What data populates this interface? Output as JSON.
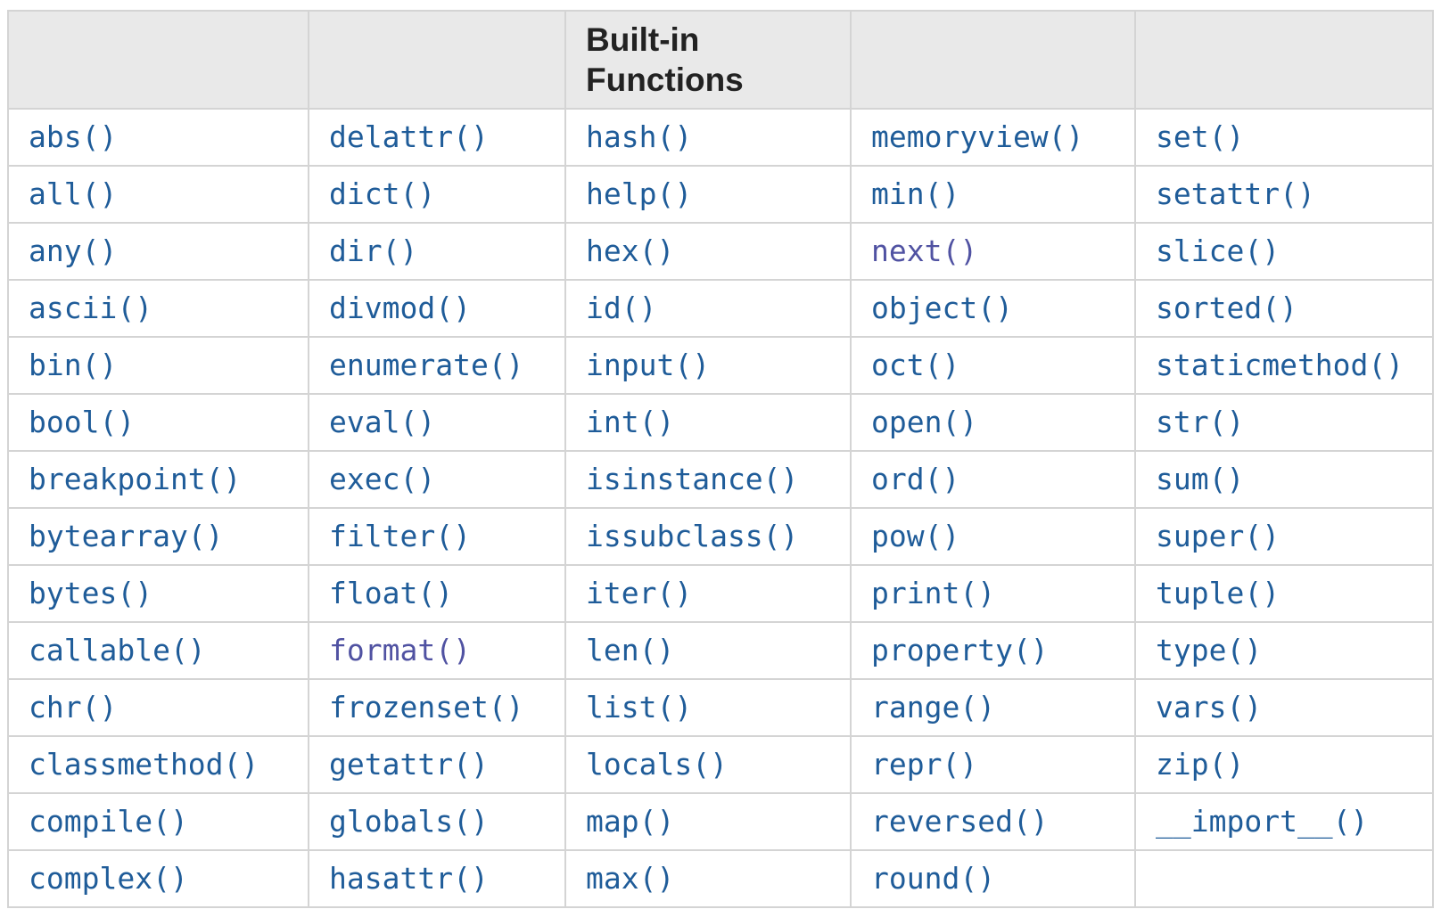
{
  "table": {
    "title": "Built-in Functions",
    "title_column_index": 2,
    "num_columns": 5,
    "rows": [
      [
        "abs()",
        "delattr()",
        "hash()",
        "memoryview()",
        "set()"
      ],
      [
        "all()",
        "dict()",
        "help()",
        "min()",
        "setattr()"
      ],
      [
        "any()",
        "dir()",
        "hex()",
        "next()",
        "slice()"
      ],
      [
        "ascii()",
        "divmod()",
        "id()",
        "object()",
        "sorted()"
      ],
      [
        "bin()",
        "enumerate()",
        "input()",
        "oct()",
        "staticmethod()"
      ],
      [
        "bool()",
        "eval()",
        "int()",
        "open()",
        "str()"
      ],
      [
        "breakpoint()",
        "exec()",
        "isinstance()",
        "ord()",
        "sum()"
      ],
      [
        "bytearray()",
        "filter()",
        "issubclass()",
        "pow()",
        "super()"
      ],
      [
        "bytes()",
        "float()",
        "iter()",
        "print()",
        "tuple()"
      ],
      [
        "callable()",
        "format()",
        "len()",
        "property()",
        "type()"
      ],
      [
        "chr()",
        "frozenset()",
        "list()",
        "range()",
        "vars()"
      ],
      [
        "classmethod()",
        "getattr()",
        "locals()",
        "repr()",
        "zip()"
      ],
      [
        "compile()",
        "globals()",
        "map()",
        "reversed()",
        "__import__()"
      ],
      [
        "complex()",
        "hasattr()",
        "max()",
        "round()",
        ""
      ]
    ],
    "visited_links": [
      "next()",
      "format()"
    ]
  },
  "colors": {
    "link": "#1f5c99",
    "visited_link": "#5052a2",
    "header_background": "#e9e9e9",
    "border": "#d4d4d4",
    "header_text": "#222222"
  }
}
